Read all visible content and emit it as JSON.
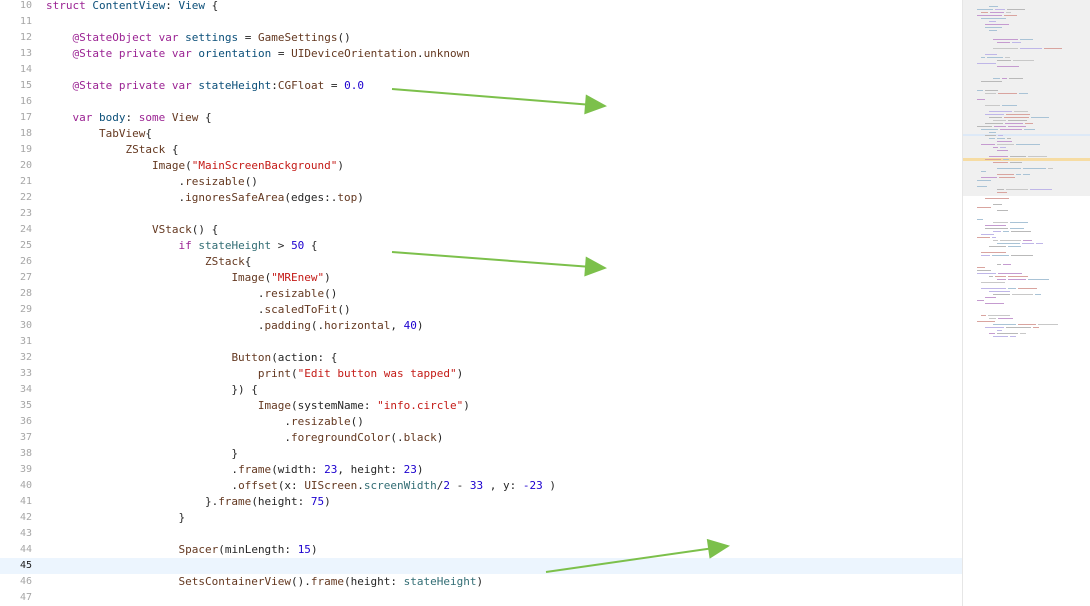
{
  "editor": {
    "lines": [
      {
        "no": "10",
        "tokens": [
          {
            "t": "struct",
            "c": "kw"
          },
          {
            "t": " "
          },
          {
            "t": "ContentView",
            "c": "ty"
          },
          {
            "t": ": "
          },
          {
            "t": "View",
            "c": "ty"
          },
          {
            "t": " {"
          }
        ]
      },
      {
        "no": "11",
        "tokens": []
      },
      {
        "no": "12",
        "tokens": [
          {
            "t": "    "
          },
          {
            "t": "@StateObject",
            "c": "kw"
          },
          {
            "t": " "
          },
          {
            "t": "var",
            "c": "kw"
          },
          {
            "t": " "
          },
          {
            "t": "settings",
            "c": "ty"
          },
          {
            "t": " = "
          },
          {
            "t": "GameSettings",
            "c": "pr"
          },
          {
            "t": "()"
          }
        ]
      },
      {
        "no": "13",
        "tokens": [
          {
            "t": "    "
          },
          {
            "t": "@State",
            "c": "kw"
          },
          {
            "t": " "
          },
          {
            "t": "private",
            "c": "kw"
          },
          {
            "t": " "
          },
          {
            "t": "var",
            "c": "kw"
          },
          {
            "t": " "
          },
          {
            "t": "orientation",
            "c": "ty"
          },
          {
            "t": " = "
          },
          {
            "t": "UIDeviceOrientation",
            "c": "pr"
          },
          {
            "t": "."
          },
          {
            "t": "unknown",
            "c": "pr"
          }
        ]
      },
      {
        "no": "14",
        "tokens": []
      },
      {
        "no": "15",
        "tokens": [
          {
            "t": "    "
          },
          {
            "t": "@State",
            "c": "kw"
          },
          {
            "t": " "
          },
          {
            "t": "private",
            "c": "kw"
          },
          {
            "t": " "
          },
          {
            "t": "var",
            "c": "kw"
          },
          {
            "t": " "
          },
          {
            "t": "stateHeight",
            "c": "ty"
          },
          {
            "t": ":"
          },
          {
            "t": "CGFloat",
            "c": "pr"
          },
          {
            "t": " = "
          },
          {
            "t": "0.0",
            "c": "nu"
          }
        ]
      },
      {
        "no": "16",
        "tokens": []
      },
      {
        "no": "17",
        "tokens": [
          {
            "t": "    "
          },
          {
            "t": "var",
            "c": "kw"
          },
          {
            "t": " "
          },
          {
            "t": "body",
            "c": "ty"
          },
          {
            "t": ": "
          },
          {
            "t": "some",
            "c": "kw"
          },
          {
            "t": " "
          },
          {
            "t": "View",
            "c": "pr"
          },
          {
            "t": " {"
          }
        ]
      },
      {
        "no": "18",
        "tokens": [
          {
            "t": "        "
          },
          {
            "t": "TabView",
            "c": "pr"
          },
          {
            "t": "{"
          }
        ]
      },
      {
        "no": "19",
        "tokens": [
          {
            "t": "            "
          },
          {
            "t": "ZStack",
            "c": "pr"
          },
          {
            "t": " {"
          }
        ]
      },
      {
        "no": "20",
        "tokens": [
          {
            "t": "                "
          },
          {
            "t": "Image",
            "c": "pr"
          },
          {
            "t": "("
          },
          {
            "t": "\"MainScreenBackground\"",
            "c": "st"
          },
          {
            "t": ")"
          }
        ]
      },
      {
        "no": "21",
        "tokens": [
          {
            "t": "                    ."
          },
          {
            "t": "resizable",
            "c": "pr"
          },
          {
            "t": "()"
          }
        ]
      },
      {
        "no": "22",
        "tokens": [
          {
            "t": "                    ."
          },
          {
            "t": "ignoresSafeArea",
            "c": "pr"
          },
          {
            "t": "(edges:."
          },
          {
            "t": "top",
            "c": "pr"
          },
          {
            "t": ")"
          }
        ]
      },
      {
        "no": "23",
        "tokens": []
      },
      {
        "no": "24",
        "tokens": [
          {
            "t": "                "
          },
          {
            "t": "VStack",
            "c": "pr"
          },
          {
            "t": "() {"
          }
        ]
      },
      {
        "no": "25",
        "tokens": [
          {
            "t": "                    "
          },
          {
            "t": "if",
            "c": "kw"
          },
          {
            "t": " "
          },
          {
            "t": "stateHeight",
            "c": "fn"
          },
          {
            "t": " > "
          },
          {
            "t": "50",
            "c": "nu"
          },
          {
            "t": " {"
          }
        ]
      },
      {
        "no": "26",
        "tokens": [
          {
            "t": "                        "
          },
          {
            "t": "ZStack",
            "c": "pr"
          },
          {
            "t": "{"
          }
        ]
      },
      {
        "no": "27",
        "tokens": [
          {
            "t": "                            "
          },
          {
            "t": "Image",
            "c": "pr"
          },
          {
            "t": "("
          },
          {
            "t": "\"MREnew\"",
            "c": "st"
          },
          {
            "t": ")"
          }
        ]
      },
      {
        "no": "28",
        "tokens": [
          {
            "t": "                                ."
          },
          {
            "t": "resizable",
            "c": "pr"
          },
          {
            "t": "()"
          }
        ]
      },
      {
        "no": "29",
        "tokens": [
          {
            "t": "                                ."
          },
          {
            "t": "scaledToFit",
            "c": "pr"
          },
          {
            "t": "()"
          }
        ]
      },
      {
        "no": "30",
        "tokens": [
          {
            "t": "                                ."
          },
          {
            "t": "padding",
            "c": "pr"
          },
          {
            "t": "(."
          },
          {
            "t": "horizontal",
            "c": "pr"
          },
          {
            "t": ", "
          },
          {
            "t": "40",
            "c": "nu"
          },
          {
            "t": ")"
          }
        ]
      },
      {
        "no": "31",
        "tokens": []
      },
      {
        "no": "32",
        "tokens": [
          {
            "t": "                            "
          },
          {
            "t": "Button",
            "c": "pr"
          },
          {
            "t": "(action: {"
          }
        ]
      },
      {
        "no": "33",
        "tokens": [
          {
            "t": "                                "
          },
          {
            "t": "print",
            "c": "pr"
          },
          {
            "t": "("
          },
          {
            "t": "\"Edit button was tapped\"",
            "c": "st"
          },
          {
            "t": ")"
          }
        ]
      },
      {
        "no": "34",
        "tokens": [
          {
            "t": "                            }) {"
          }
        ]
      },
      {
        "no": "35",
        "tokens": [
          {
            "t": "                                "
          },
          {
            "t": "Image",
            "c": "pr"
          },
          {
            "t": "(systemName: "
          },
          {
            "t": "\"info.circle\"",
            "c": "st"
          },
          {
            "t": ")"
          }
        ]
      },
      {
        "no": "36",
        "tokens": [
          {
            "t": "                                    ."
          },
          {
            "t": "resizable",
            "c": "pr"
          },
          {
            "t": "()"
          }
        ]
      },
      {
        "no": "37",
        "tokens": [
          {
            "t": "                                    ."
          },
          {
            "t": "foregroundColor",
            "c": "pr"
          },
          {
            "t": "(."
          },
          {
            "t": "black",
            "c": "pr"
          },
          {
            "t": ")"
          }
        ]
      },
      {
        "no": "38",
        "tokens": [
          {
            "t": "                            }"
          }
        ]
      },
      {
        "no": "39",
        "tokens": [
          {
            "t": "                            ."
          },
          {
            "t": "frame",
            "c": "pr"
          },
          {
            "t": "(width: "
          },
          {
            "t": "23",
            "c": "nu"
          },
          {
            "t": ", height: "
          },
          {
            "t": "23",
            "c": "nu"
          },
          {
            "t": ")"
          }
        ]
      },
      {
        "no": "40",
        "tokens": [
          {
            "t": "                            ."
          },
          {
            "t": "offset",
            "c": "pr"
          },
          {
            "t": "(x: "
          },
          {
            "t": "UIScreen",
            "c": "pr"
          },
          {
            "t": "."
          },
          {
            "t": "screenWidth",
            "c": "fn"
          },
          {
            "t": "/"
          },
          {
            "t": "2",
            "c": "nu"
          },
          {
            "t": " - "
          },
          {
            "t": "33",
            "c": "nu"
          },
          {
            "t": " , y: "
          },
          {
            "t": "-23",
            "c": "nu"
          },
          {
            "t": " )"
          }
        ]
      },
      {
        "no": "41",
        "tokens": [
          {
            "t": "                        }."
          },
          {
            "t": "frame",
            "c": "pr"
          },
          {
            "t": "(height: "
          },
          {
            "t": "75",
            "c": "nu"
          },
          {
            "t": ")"
          }
        ]
      },
      {
        "no": "42",
        "tokens": [
          {
            "t": "                    }"
          }
        ]
      },
      {
        "no": "43",
        "tokens": []
      },
      {
        "no": "44",
        "tokens": [
          {
            "t": "                    "
          },
          {
            "t": "Spacer",
            "c": "pr"
          },
          {
            "t": "(minLength: "
          },
          {
            "t": "15",
            "c": "nu"
          },
          {
            "t": ")"
          }
        ]
      },
      {
        "no": "45",
        "tokens": [],
        "current": true
      },
      {
        "no": "46",
        "tokens": [
          {
            "t": "                    "
          },
          {
            "t": "SetsContainerView",
            "c": "pr"
          },
          {
            "t": "()."
          },
          {
            "t": "frame",
            "c": "pr"
          },
          {
            "t": "(height: "
          },
          {
            "t": "stateHeight",
            "c": "fn"
          },
          {
            "t": ")"
          }
        ]
      },
      {
        "no": "47",
        "tokens": []
      }
    ]
  },
  "annotations": {
    "arrow_color": "#7cc04b",
    "arrows": [
      {
        "target": "stateHeight declaration (line 15)"
      },
      {
        "target": "if stateHeight > 50 (line 25)"
      },
      {
        "target": "SetsContainerView frame (line 46)"
      }
    ]
  },
  "syntax_colors": {
    "keyword": "#9b2393",
    "type": "#0b4f79",
    "string": "#c41a16",
    "number": "#1c00cf",
    "project": "#643820",
    "member": "#326d74"
  }
}
